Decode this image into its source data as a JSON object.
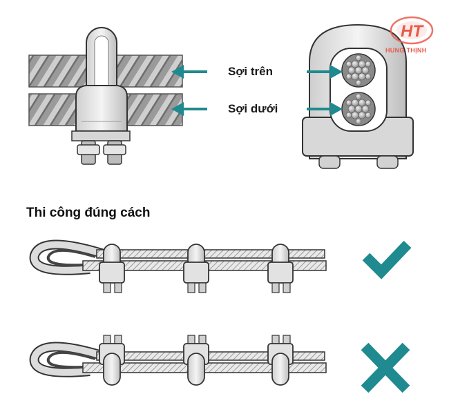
{
  "labels": {
    "upper_strand": "Sợi trên",
    "lower_strand": "Sợi dưới"
  },
  "section_title": "Thi công đúng cách",
  "logo": {
    "mark": "HT",
    "name": "HUNG THỊNH",
    "color": "#e85b4a"
  },
  "accent_color": "#1f8a8f",
  "status_icons": {
    "correct": "check-icon",
    "incorrect": "cross-icon"
  }
}
